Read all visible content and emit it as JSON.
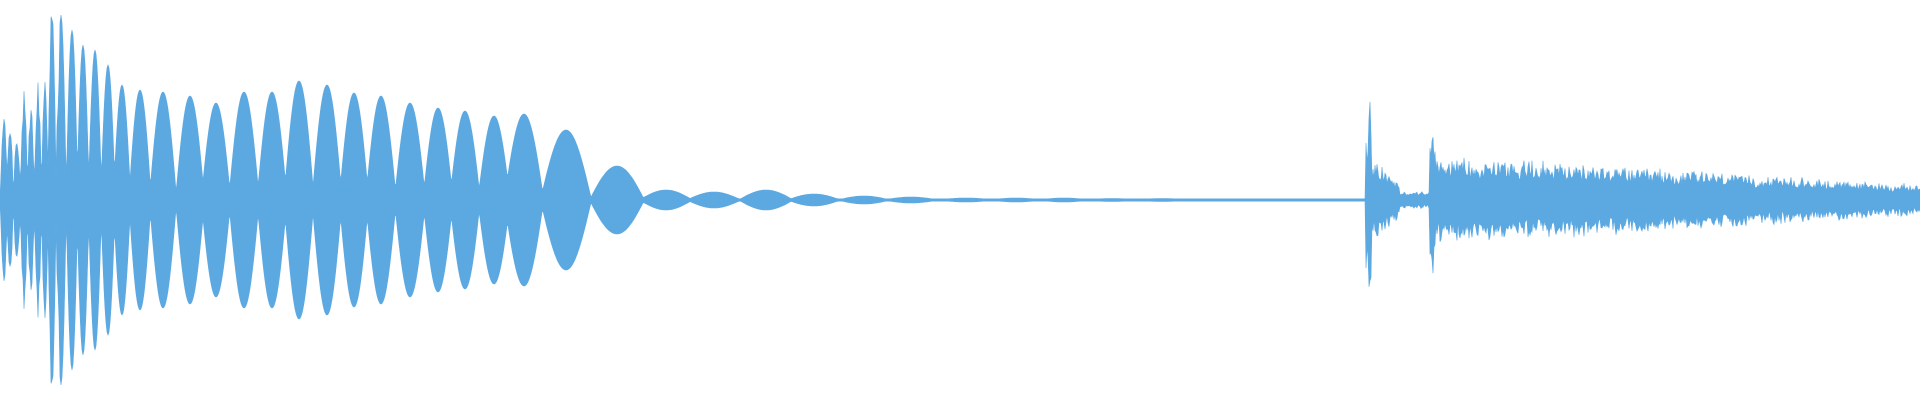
{
  "waveform": {
    "color": "#5ca8e1",
    "background": "#ffffff",
    "segments": [
      {
        "kind": "decaying-tone",
        "start": 0.0,
        "end": 0.71
      },
      {
        "kind": "silence",
        "start": 0.71,
        "end": 0.712
      },
      {
        "kind": "noise-burst",
        "start": 0.712,
        "end": 1.0
      }
    ]
  }
}
